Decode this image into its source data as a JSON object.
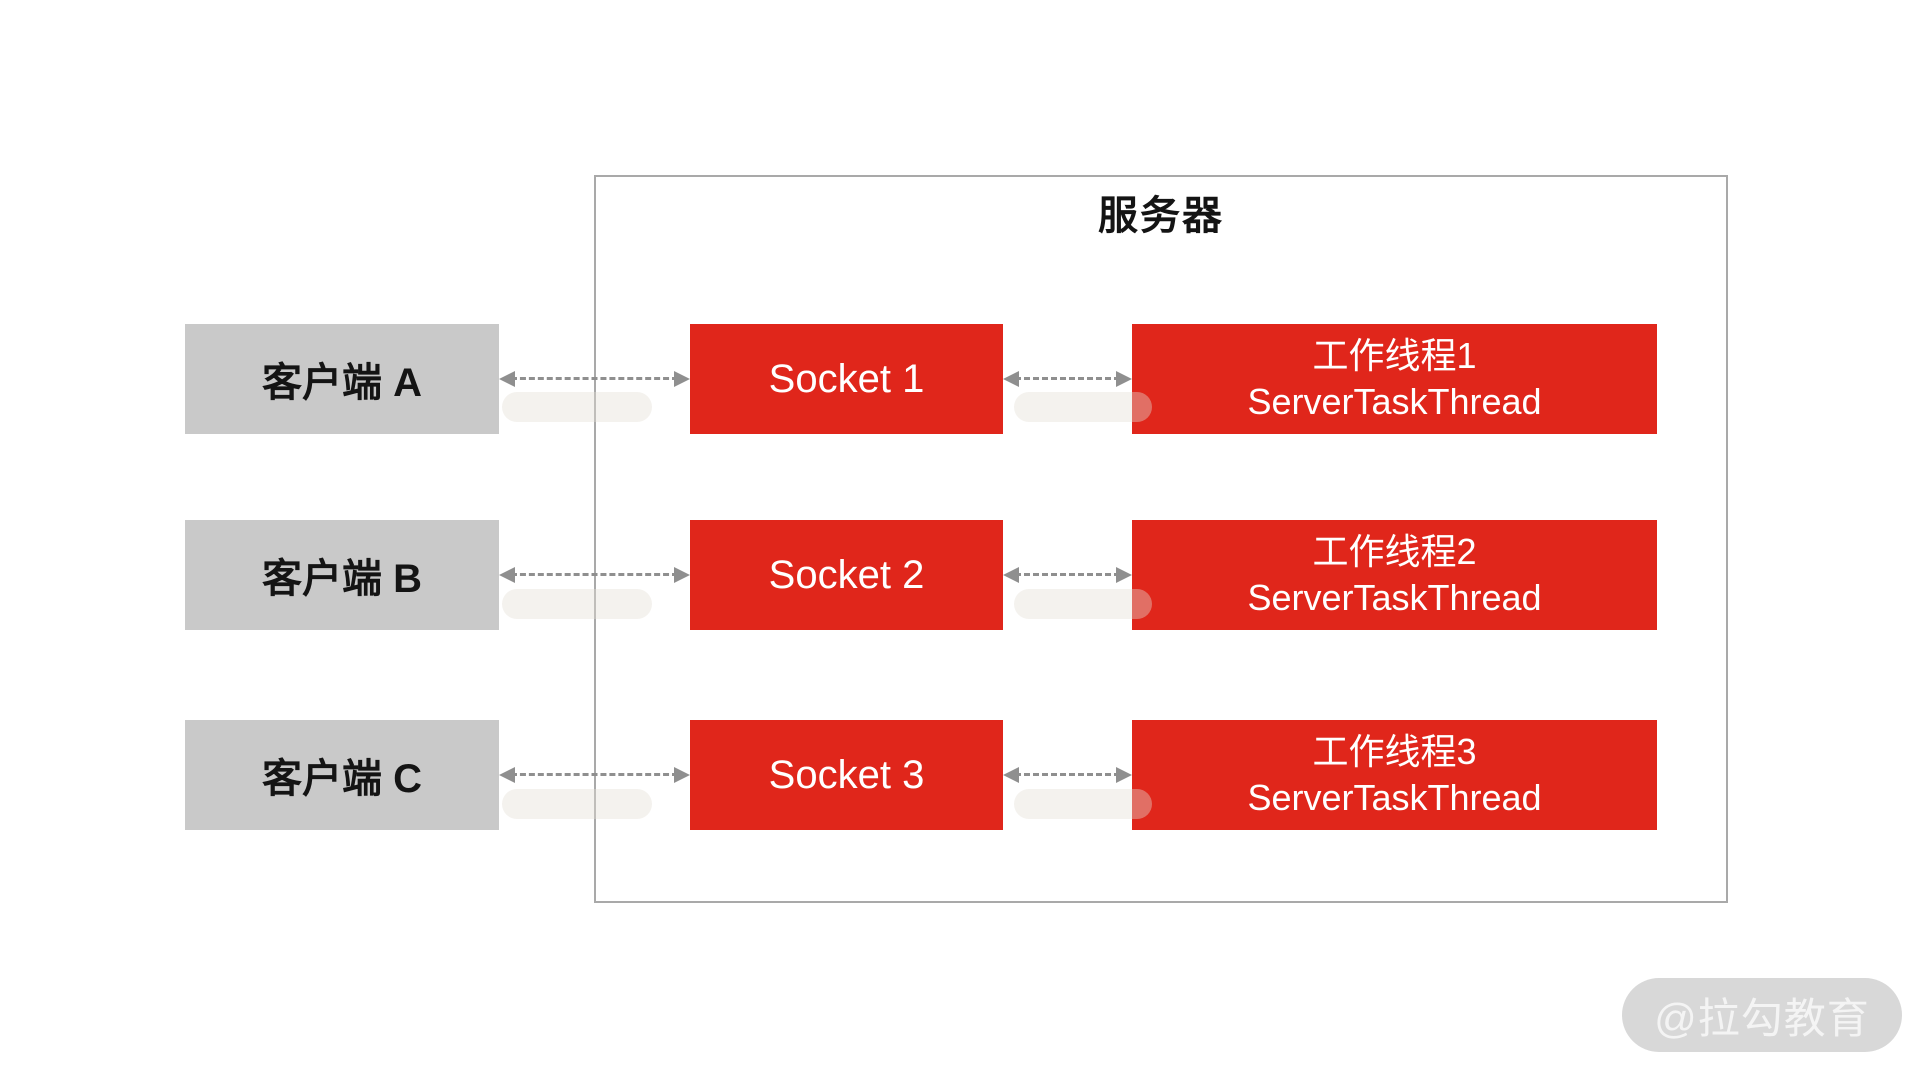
{
  "diagram": {
    "server": {
      "title": "服务器"
    },
    "rows": [
      {
        "client": "客户端 A",
        "socket": "Socket 1",
        "thread_title": "工作线程1",
        "thread_subtitle": "ServerTaskThread"
      },
      {
        "client": "客户端 B",
        "socket": "Socket 2",
        "thread_title": "工作线程2",
        "thread_subtitle": "ServerTaskThread"
      },
      {
        "client": "客户端 C",
        "socket": "Socket 3",
        "thread_title": "工作线程3",
        "thread_subtitle": "ServerTaskThread"
      }
    ],
    "watermark": "@拉勾教育",
    "colors": {
      "box_red": "#e0261b",
      "box_gray": "#c9c9c9",
      "border_gray": "#a9a9a9",
      "arrow_gray": "#8f8f8f",
      "text_dark": "#141414",
      "text_light": "#ffffff",
      "watermark_bg": "#d8d8d8",
      "watermark_text": "#f4f4f4"
    }
  }
}
